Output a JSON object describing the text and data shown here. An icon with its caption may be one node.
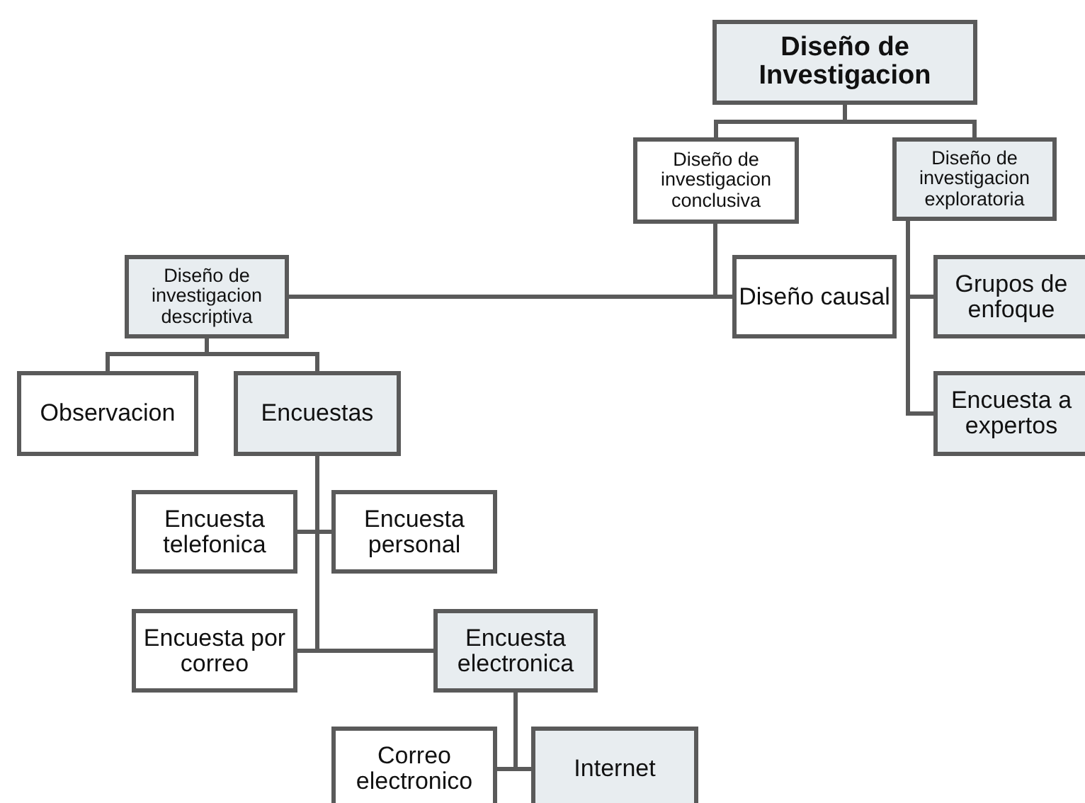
{
  "diagram": {
    "nodes": [
      {
        "text": [
          "Diseño de Investigacion"
        ]
      },
      {
        "text": [
          "Diseño de investigacion conclusiva"
        ]
      },
      {
        "text": [
          "Diseño de investigacion exploratoria"
        ]
      },
      {
        "text": [
          "Diseño de investigacion descriptiva"
        ]
      },
      {
        "text": [
          "Diseño causal"
        ]
      },
      {
        "text": [
          "Grupos de enfoque"
        ]
      },
      {
        "text": [
          "Encuesta a expertos"
        ]
      },
      {
        "text": [
          "Observacion"
        ]
      },
      {
        "text": [
          "Encuestas"
        ]
      },
      {
        "text": [
          "Encuesta telefonica"
        ]
      },
      {
        "text": [
          "Encuesta personal"
        ]
      },
      {
        "text": [
          "Encuesta por correo"
        ]
      },
      {
        "text": [
          "Encuesta electronica"
        ]
      },
      {
        "text": [
          "Correo electronico"
        ]
      },
      {
        "text": [
          "Internet"
        ]
      }
    ],
    "edges": [
      {
        "from": 0,
        "to": 1,
        "arrow": "none"
      },
      {
        "from": 0,
        "to": 2,
        "arrow": "none"
      },
      {
        "from": 1,
        "to": 3,
        "arrow": "none"
      },
      {
        "from": 1,
        "to": 4,
        "arrow": "none"
      },
      {
        "from": 2,
        "to": 5,
        "arrow": "none"
      },
      {
        "from": 2,
        "to": 6,
        "arrow": "none"
      },
      {
        "from": 3,
        "to": 7,
        "arrow": "none"
      },
      {
        "from": 3,
        "to": 8,
        "arrow": "none"
      },
      {
        "from": 8,
        "to": 9,
        "arrow": "none"
      },
      {
        "from": 8,
        "to": 10,
        "arrow": "none"
      },
      {
        "from": 8,
        "to": 11,
        "arrow": "none"
      },
      {
        "from": 8,
        "to": 12,
        "arrow": "none"
      },
      {
        "from": 12,
        "to": 13,
        "arrow": "none"
      },
      {
        "from": 12,
        "to": 14,
        "arrow": "none"
      }
    ]
  }
}
